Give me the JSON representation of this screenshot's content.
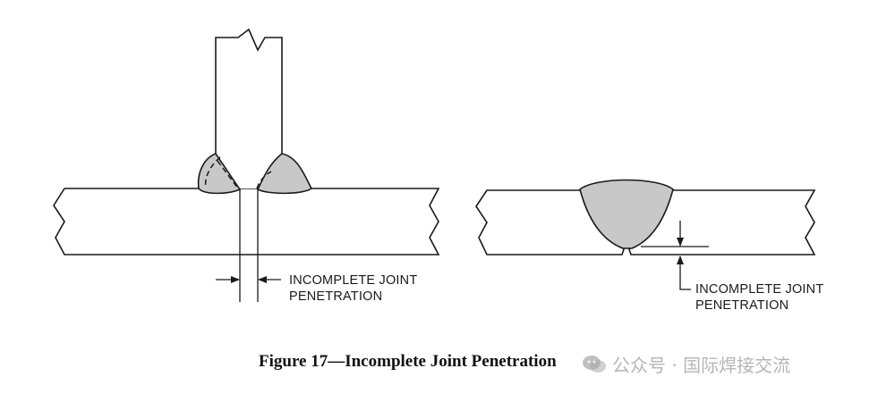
{
  "diagram": {
    "left_label": [
      "INCOMPLETE JOINT",
      "PENETRATION"
    ],
    "right_label": [
      "INCOMPLETE JOINT",
      "PENETRATION"
    ],
    "colors": {
      "line": "#1a1a1a",
      "weld": "#c8c8c8",
      "background": "#ffffff"
    }
  },
  "caption": "Figure 17—Incomplete Joint Penetration",
  "watermark": {
    "text": "公众号 · 国际焊接交流",
    "icon": "wechat-icon"
  }
}
